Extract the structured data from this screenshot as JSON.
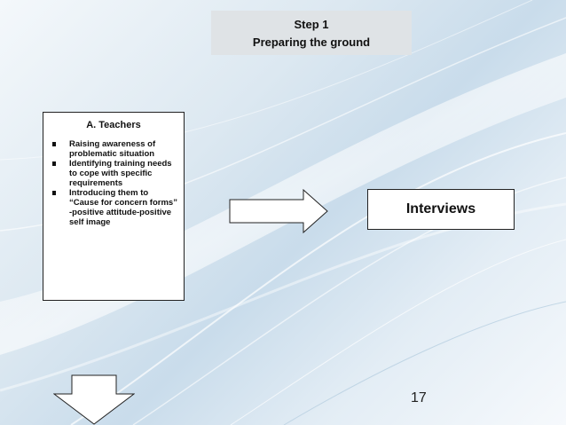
{
  "step": {
    "title": "Step 1",
    "subtitle": "Preparing the ground"
  },
  "teachers": {
    "title": "A. Teachers",
    "items": [
      "Raising awareness of problematic situation",
      "Identifying training needs to cope with specific requirements",
      "Introducing them to “Cause for concern forms” -positive attitude-positive self image"
    ]
  },
  "interviews": {
    "label": "Interviews"
  },
  "page_number": "17",
  "colors": {
    "background": "#dce8f1",
    "step_box": "#dfe3e6",
    "box_border": "#222222"
  }
}
